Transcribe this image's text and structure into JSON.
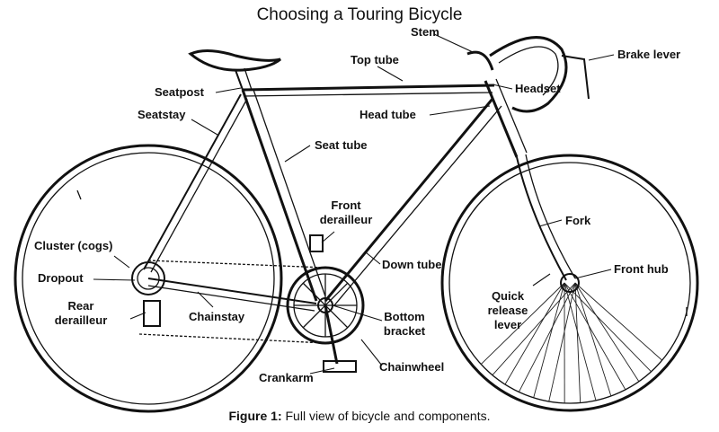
{
  "title": "Choosing a Touring Bicycle",
  "caption": {
    "figure": "Figure 1:",
    "text": " Full view of bicycle and components."
  },
  "labels": {
    "stem": "Stem",
    "brake_lever": "Brake lever",
    "top_tube": "Top tube",
    "headset": "Headset",
    "seatpost": "Seatpost",
    "head_tube": "Head tube",
    "seatstay": "Seatstay",
    "seat_tube": "Seat tube",
    "front_derailleur_1": "Front",
    "front_derailleur_2": "derailleur",
    "fork": "Fork",
    "cluster": "Cluster (cogs)",
    "dropout": "Dropout",
    "down_tube": "Down tube",
    "front_hub": "Front hub",
    "quick_release_1": "Quick",
    "quick_release_2": "release",
    "quick_release_3": "lever",
    "rear_derailleur_1": "Rear",
    "rear_derailleur_2": "derailleur",
    "chainstay": "Chainstay",
    "bottom_bracket_1": "Bottom",
    "bottom_bracket_2": "bracket",
    "crankarm": "Crankarm",
    "chainwheel": "Chainwheel"
  }
}
